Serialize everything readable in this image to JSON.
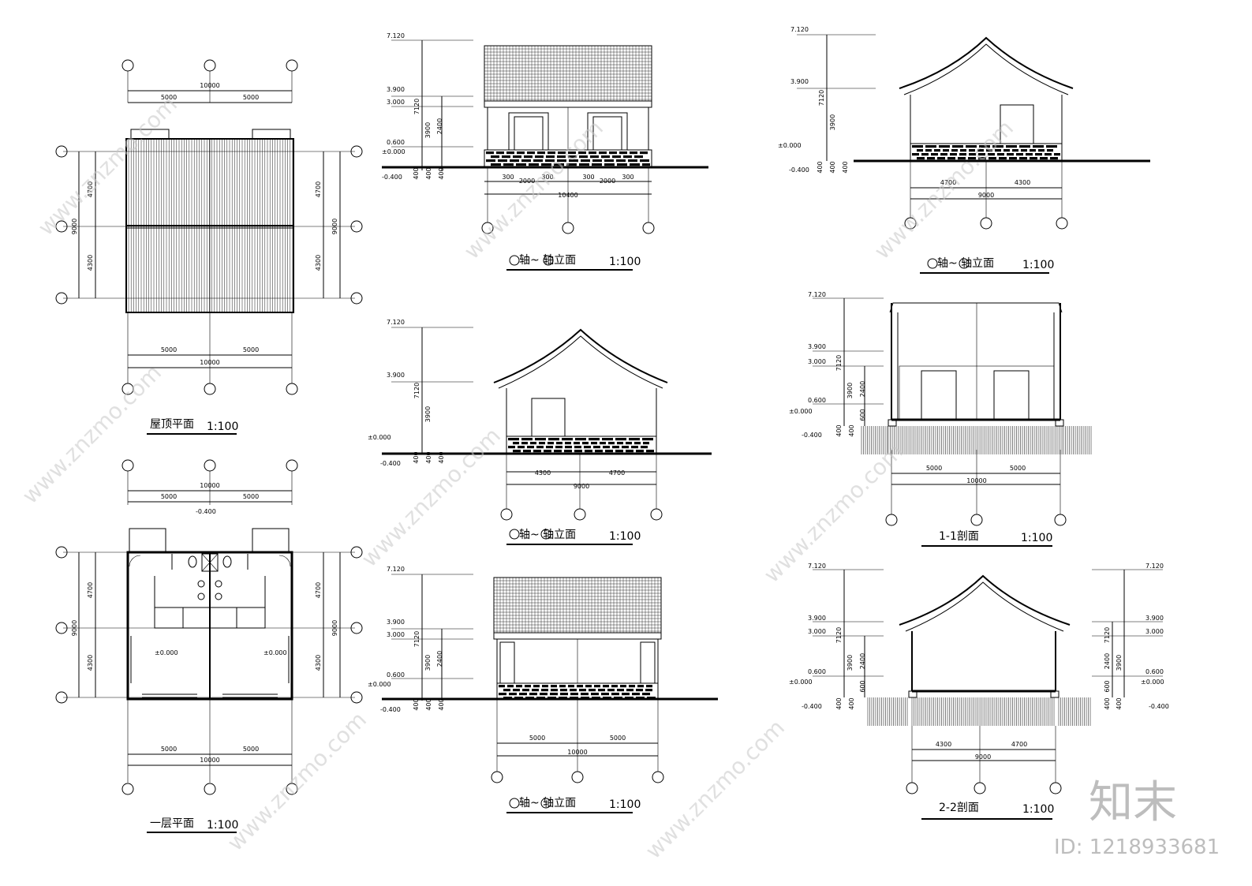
{
  "views": {
    "roof_plan": {
      "title": "屋顶平面",
      "scale": "1:100"
    },
    "floor_plan": {
      "title": "一层平面",
      "scale": "1:100"
    },
    "elev_front": {
      "title": "轴~ 轴立面",
      "scale": "1:100"
    },
    "elev_side_a": {
      "title": "轴~ 轴立面",
      "scale": "1:100"
    },
    "elev_rear": {
      "title": "轴~ 轴立面",
      "scale": "1:100"
    },
    "elev_side_b": {
      "title": "轴~ 轴立面",
      "scale": "1:100"
    },
    "section_1": {
      "title": "1-1剖面",
      "scale": "1:100"
    },
    "section_2": {
      "title": "2-2剖面",
      "scale": "1:100"
    }
  },
  "dims": {
    "total_len": "10000",
    "half_len": "5000",
    "total_wid": "9000",
    "w_a": "4700",
    "w_b": "4300",
    "elev_total": "10400",
    "pier": "300",
    "bay": "2000",
    "h_400": "400",
    "h_3900": "3900",
    "h_7120": "7120",
    "h_2400": "2400",
    "h_600": "600"
  },
  "levels": {
    "l7120": "7.120",
    "l3900": "3.900",
    "l3000": "3.000",
    "l600": "0.600",
    "l0": "±0.000",
    "lneg400": "-0.400",
    "floor0": "±0.000",
    "neg400": "-0.400"
  },
  "watermark": {
    "text": "www.znzmo.com",
    "brand": "知末",
    "id": "ID: 1218933681"
  }
}
